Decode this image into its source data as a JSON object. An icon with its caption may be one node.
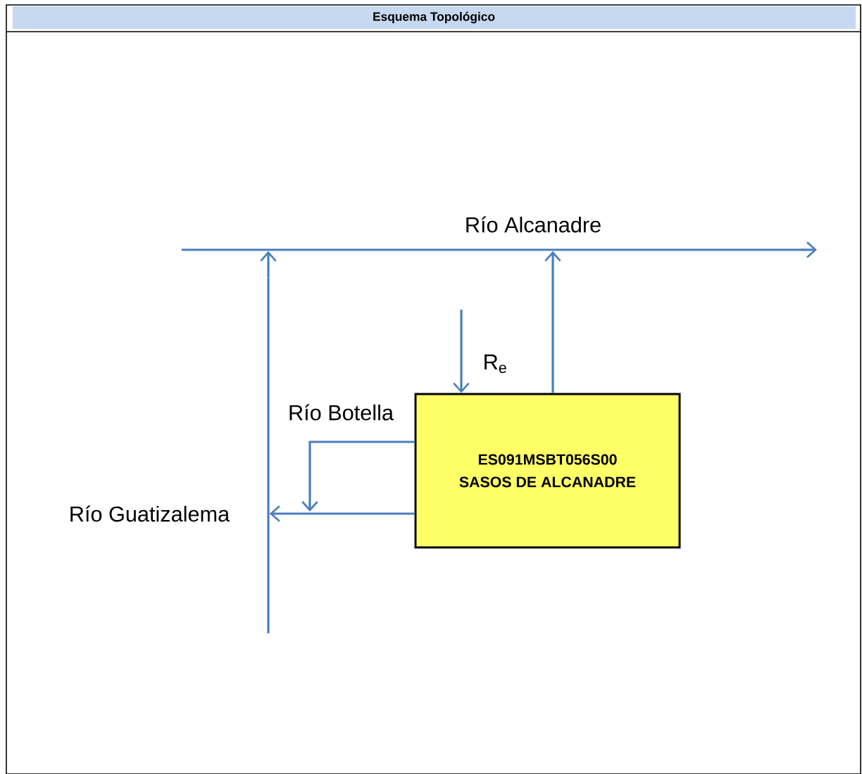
{
  "diagram": {
    "title": "Esquema Topológico",
    "nodes": [
      {
        "text": [
          "ES091MSBT056S00",
          "SASOS DE ALCANADRE"
        ]
      },
      {
        "text": [
          "Río Alcanadre"
        ]
      },
      {
        "text": [
          "Río Guatizalema"
        ]
      }
    ],
    "edges": [
      {
        "from": 0,
        "to": 1,
        "arrow": "to"
      },
      {
        "from": null,
        "to": 0,
        "arrow": "to",
        "label": "R$_{e}$"
      },
      {
        "from": 0,
        "to": null,
        "arrow": "to",
        "label": "Río Botella"
      },
      {
        "from": 0,
        "to": 2,
        "arrow": "to"
      },
      {
        "from": 2,
        "to": 1,
        "arrow": "to"
      }
    ]
  }
}
